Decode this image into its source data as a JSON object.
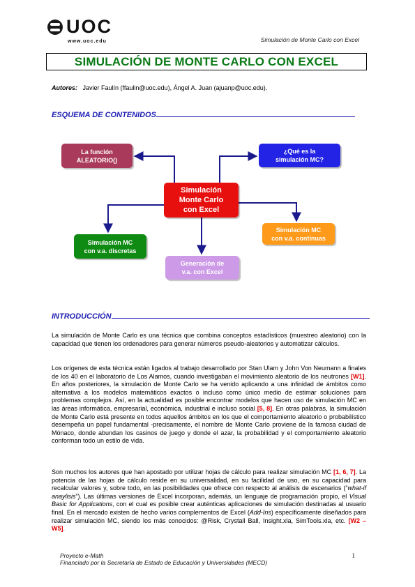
{
  "header": {
    "logo_text": "UOC",
    "logo_url": "www.uoc.edu",
    "running_title": "Simulación de Monte Carlo con Excel"
  },
  "title": "SIMULACIÓN DE MONTE CARLO CON EXCEL",
  "authors": {
    "label": "Autores:",
    "names": "Javier Faulín (ffaulin@uoc.edu), Ángel A. Juan (ajuanp@uoc.edu)."
  },
  "sections": {
    "contents": "ESQUEMA DE CONTENIDOS",
    "intro": "INTRODUCCIÓN"
  },
  "diagram": {
    "center": "Simulación\nMonte Carlo\ncon Excel",
    "aleatorio": "La función\nALEATORIO()",
    "que_es": "¿Qué es la\nsimulación MC?",
    "continuas": "Simulación MC\ncon v.a. continuas",
    "discretas": "Simulación MC\ncon v.a. discretas",
    "generacion": "Generación de\nv.a. con Excel"
  },
  "colors": {
    "title_green": "#0a7a16",
    "section_blue": "#1f1fb4",
    "ref_red": "#e00000",
    "node_aleatorio": "#aa3a5c",
    "node_que_es": "#2323e6",
    "node_center": "#e80f0f",
    "node_continuas": "#ff9a1a",
    "node_discretas": "#0f8a12",
    "node_generacion": "#cc9ae6",
    "arrow": "#1a1a8c"
  },
  "intro": {
    "p1": "La simulación de Monte Carlo es una técnica que combina conceptos estadísticos (muestreo aleatorio) con la capacidad que tienen los ordenadores para generar números pseudo-aleatorios y automatizar cálculos.",
    "p2_a": "Los orígenes de esta técnica están ligados al trabajo desarrollado por Stan Ulam y John Von Neumann a finales de los 40 en el laboratorio de Los Alamos, cuando investigaban el movimiento aleatorio de los neutrones ",
    "p2_ref1": "[W1]",
    "p2_b": ". En años posteriores, la simulación de Monte Carlo se ha venido aplicando a una infinidad de ámbitos como alternativa a los modelos matemáticos exactos o incluso como único medio de estimar soluciones para problemas complejos. Así, en la actualidad es posible encontrar modelos que hacen uso de simulación MC en las áreas informática, empresarial, económica, industrial e incluso social ",
    "p2_ref2": "[5, 8]",
    "p2_c": ". En otras palabras, la simulación de Monte Carlo está presente en todos aquellos ámbitos en los que el comportamiento aleatorio o probabilístico desempeña un papel fundamental -precisamente, el nombre de Monte Carlo proviene de la famosa ciudad de Mónaco, donde abundan los casinos de juego y donde el azar, la probabilidad y el comportamiento aleatorio conforman todo un estilo de vida.",
    "p3_a": "Son muchos los autores que han apostado por utilizar hojas de cálculo para realizar simulación MC ",
    "p3_ref1": "[1, 6, 7]",
    "p3_b": ". La potencia de las hojas de cálculo reside en su universalidad, en su facilidad de uso, en su capacidad para recalcular valores y, sobre todo, en las posibilidades que ofrece con respecto al análisis de escenarios (“",
    "p3_it1": "what-if anaylisis",
    "p3_c": "”). Las últimas versiones de Excel incorporan, además, un lenguaje de programación propio, el ",
    "p3_it2": "Visual Basic for Applications",
    "p3_d": ", con el cual es posible crear auténticas aplicaciones de simulación destinadas al usuario final. En el mercado existen de hecho varios complementos de Excel (",
    "p3_it3": "Add-Ins",
    "p3_e": ") específicamente diseñados para realizar simulación MC, siendo los más conocidos: @Risk, Crystall Ball, Insight.xla, SimTools.xla, etc. ",
    "p3_ref2": "[W2 – W5]",
    "p3_f": "."
  },
  "footer": {
    "line1": "Proyecto e-Math",
    "line2": "Financiado por la Secretaría de Estado de Educación y Universidades (MECD)",
    "page": "1"
  }
}
